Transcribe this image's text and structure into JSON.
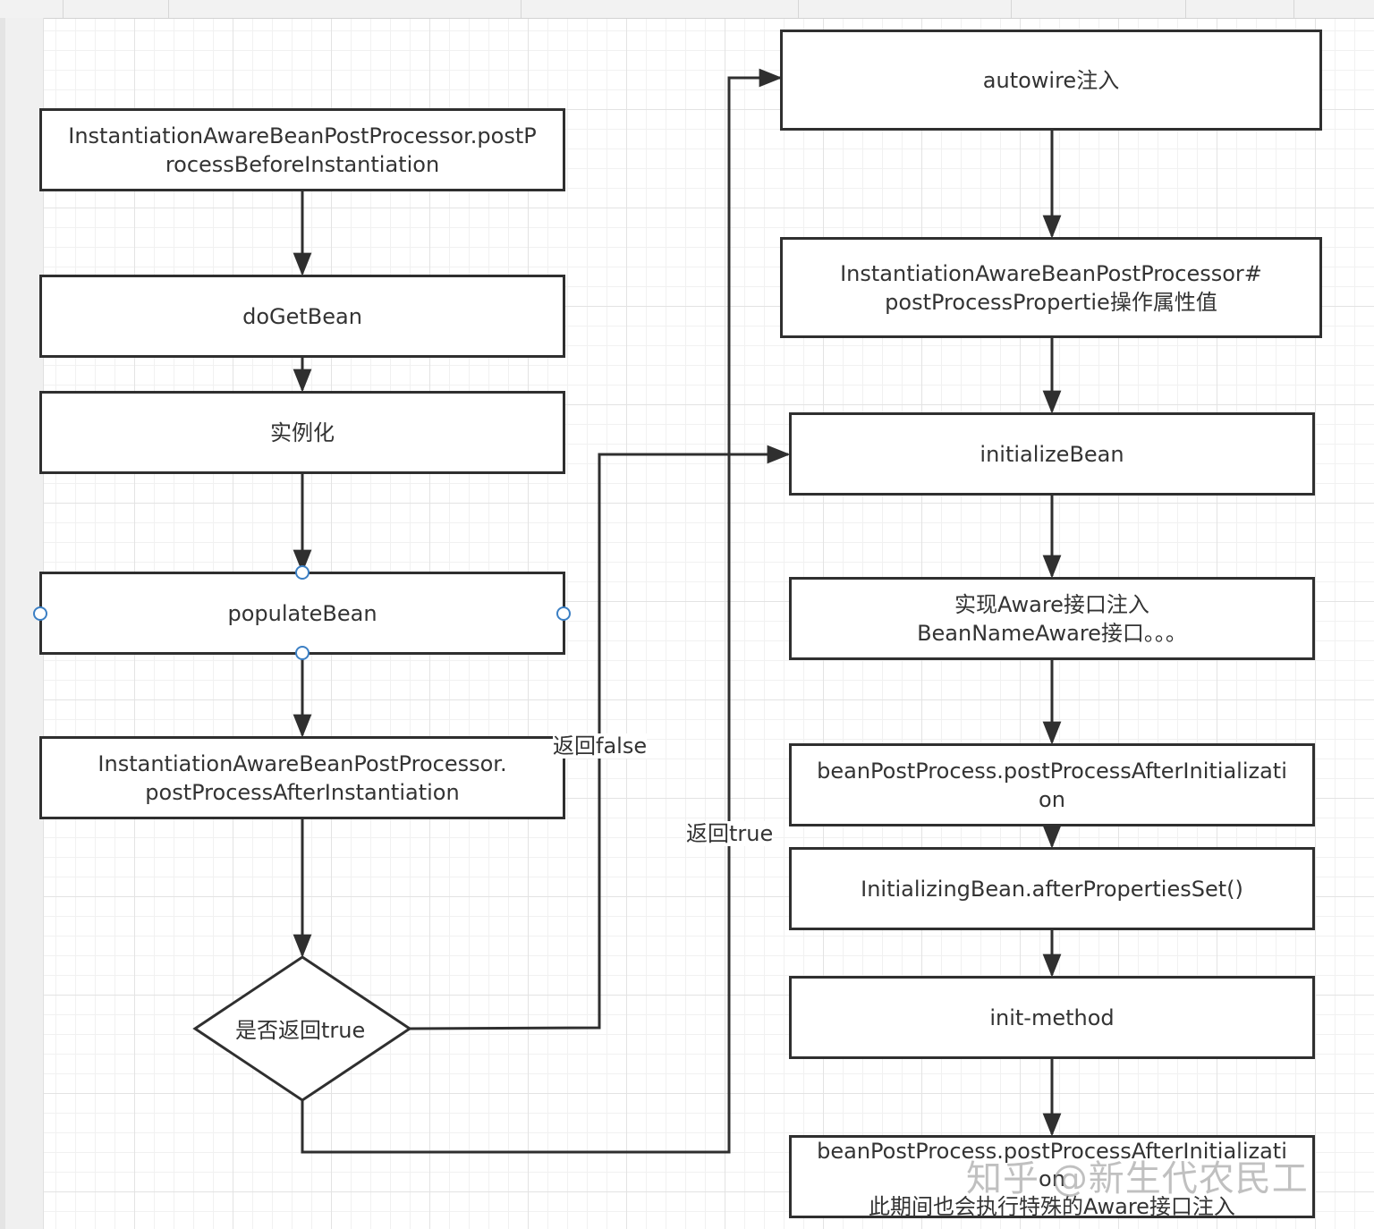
{
  "nodes": {
    "before_instantiation": "InstantiationAwareBeanPostProcessor.postP\nrocessBeforeInstantiation",
    "do_get_bean": "doGetBean",
    "instantiate": "实例化",
    "populate_bean": "populateBean",
    "after_instantiation": "InstantiationAwareBeanPostProcessor.\npostProcessAfterInstantiation",
    "decision": "是否返回true",
    "autowire": "autowire注入",
    "post_process_properties": "InstantiationAwareBeanPostProcessor#\npostProcessPropertie操作属性值",
    "initialize_bean": "initializeBean",
    "aware_inject": "实现Aware接口注入\nBeanNameAware接口。。。",
    "after_initialization_1": "beanPostProcess.postProcessAfterInitializati\non",
    "after_properties_set": "InitializingBean.afterPropertiesSet()",
    "init_method": "init-method",
    "after_initialization_2": "beanPostProcess.postProcessAfterInitializati\non\n此期间也会执行特殊的Aware接口注入"
  },
  "edges": {
    "false_label": "返回false",
    "true_label": "返回true"
  },
  "watermark": "知乎 @新生代农民工",
  "colors": {
    "stroke": "#2f2f2f",
    "selection_handle": "#3b7fc4",
    "text": "#333333"
  }
}
